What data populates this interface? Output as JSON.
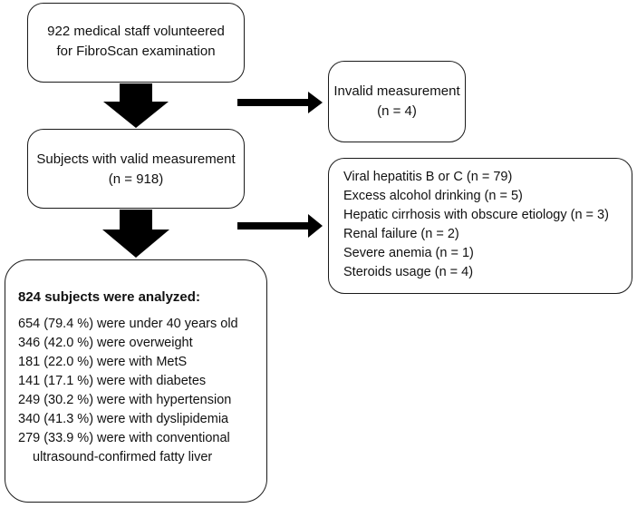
{
  "box_volunteers": {
    "line1": "922 medical staff volunteered",
    "line2": "for FibroScan examination"
  },
  "box_invalid": {
    "line1": "Invalid measurement",
    "line2": "(n = 4)"
  },
  "box_valid": {
    "line1": "Subjects with valid measurement",
    "line2": "(n = 918)"
  },
  "box_exclusions": {
    "items": [
      "Viral hepatitis B or C (n = 79)",
      "Excess alcohol drinking (n = 5)",
      "Hepatic cirrhosis with obscure etiology (n = 3)",
      "Renal failure (n = 2)",
      "Severe anemia (n = 1)",
      "Steroids usage (n = 4)"
    ]
  },
  "box_analyzed": {
    "title": "824 subjects were analyzed:",
    "items": [
      "654 (79.4 %) were under 40 years old",
      "346 (42.0 %) were overweight",
      "181 (22.0 %) were with MetS",
      "141 (17.1 %) were with diabetes",
      "249 (30.2 %) were with hypertension",
      "340 (41.3 %) were with dyslipidemia",
      "279 (33.9 %) were with conventional",
      "ultrasound-confirmed fatty liver"
    ]
  }
}
